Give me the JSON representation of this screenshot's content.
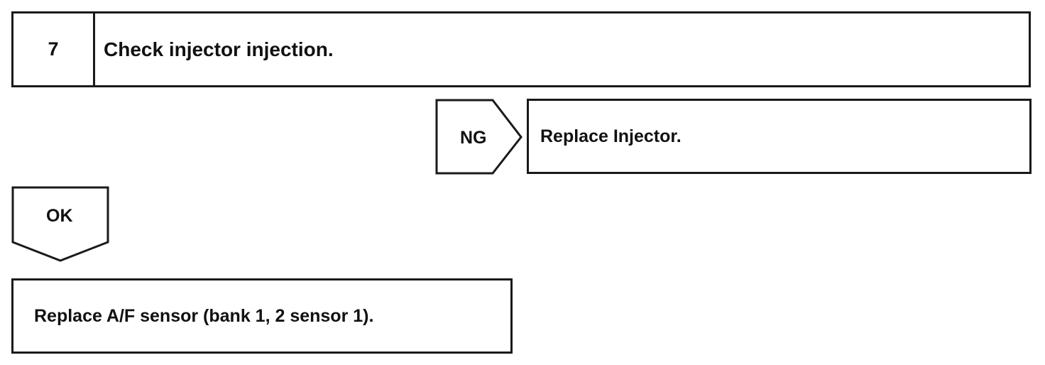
{
  "step": {
    "number": "7",
    "instruction": "Check injector injection."
  },
  "branch_ng": {
    "label": "NG",
    "action": "Replace Injector."
  },
  "branch_ok": {
    "label": "OK",
    "action": "Replace A/F sensor (bank 1, 2 sensor 1)."
  },
  "colors": {
    "line": "#1a1a1a",
    "text": "#111111",
    "background": "#ffffff"
  }
}
